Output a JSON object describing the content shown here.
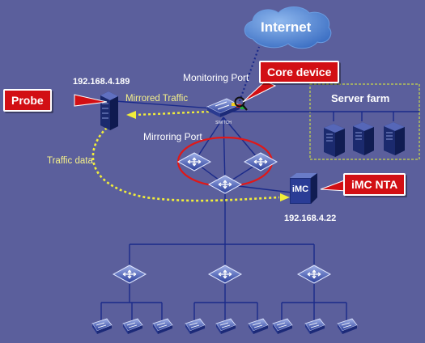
{
  "labels": {
    "internet": "Internet",
    "probe": "Probe",
    "core_device": "Core device",
    "imc_nta": "iMC NTA",
    "server_farm": "Server farm",
    "monitoring_port": "Monitoring Port",
    "mirroring_port": "Mirroring Port",
    "mirrored_traffic": "Mirrored Traffic",
    "traffic_data": "Traffic data",
    "probe_ip": "192.168.4.189",
    "nta_ip": "192.168.4.22",
    "switch_text": "SWITCH",
    "imc_box_text": "iMC"
  },
  "colors": {
    "background": "#5b5f9c",
    "line": "#1a2a8a",
    "callout": "#d20f14",
    "ring": "#e01818",
    "traffic_arrow": "#f2ee3a",
    "server_farm_border": "#c8d84a",
    "cloud": "#4b86d6"
  }
}
